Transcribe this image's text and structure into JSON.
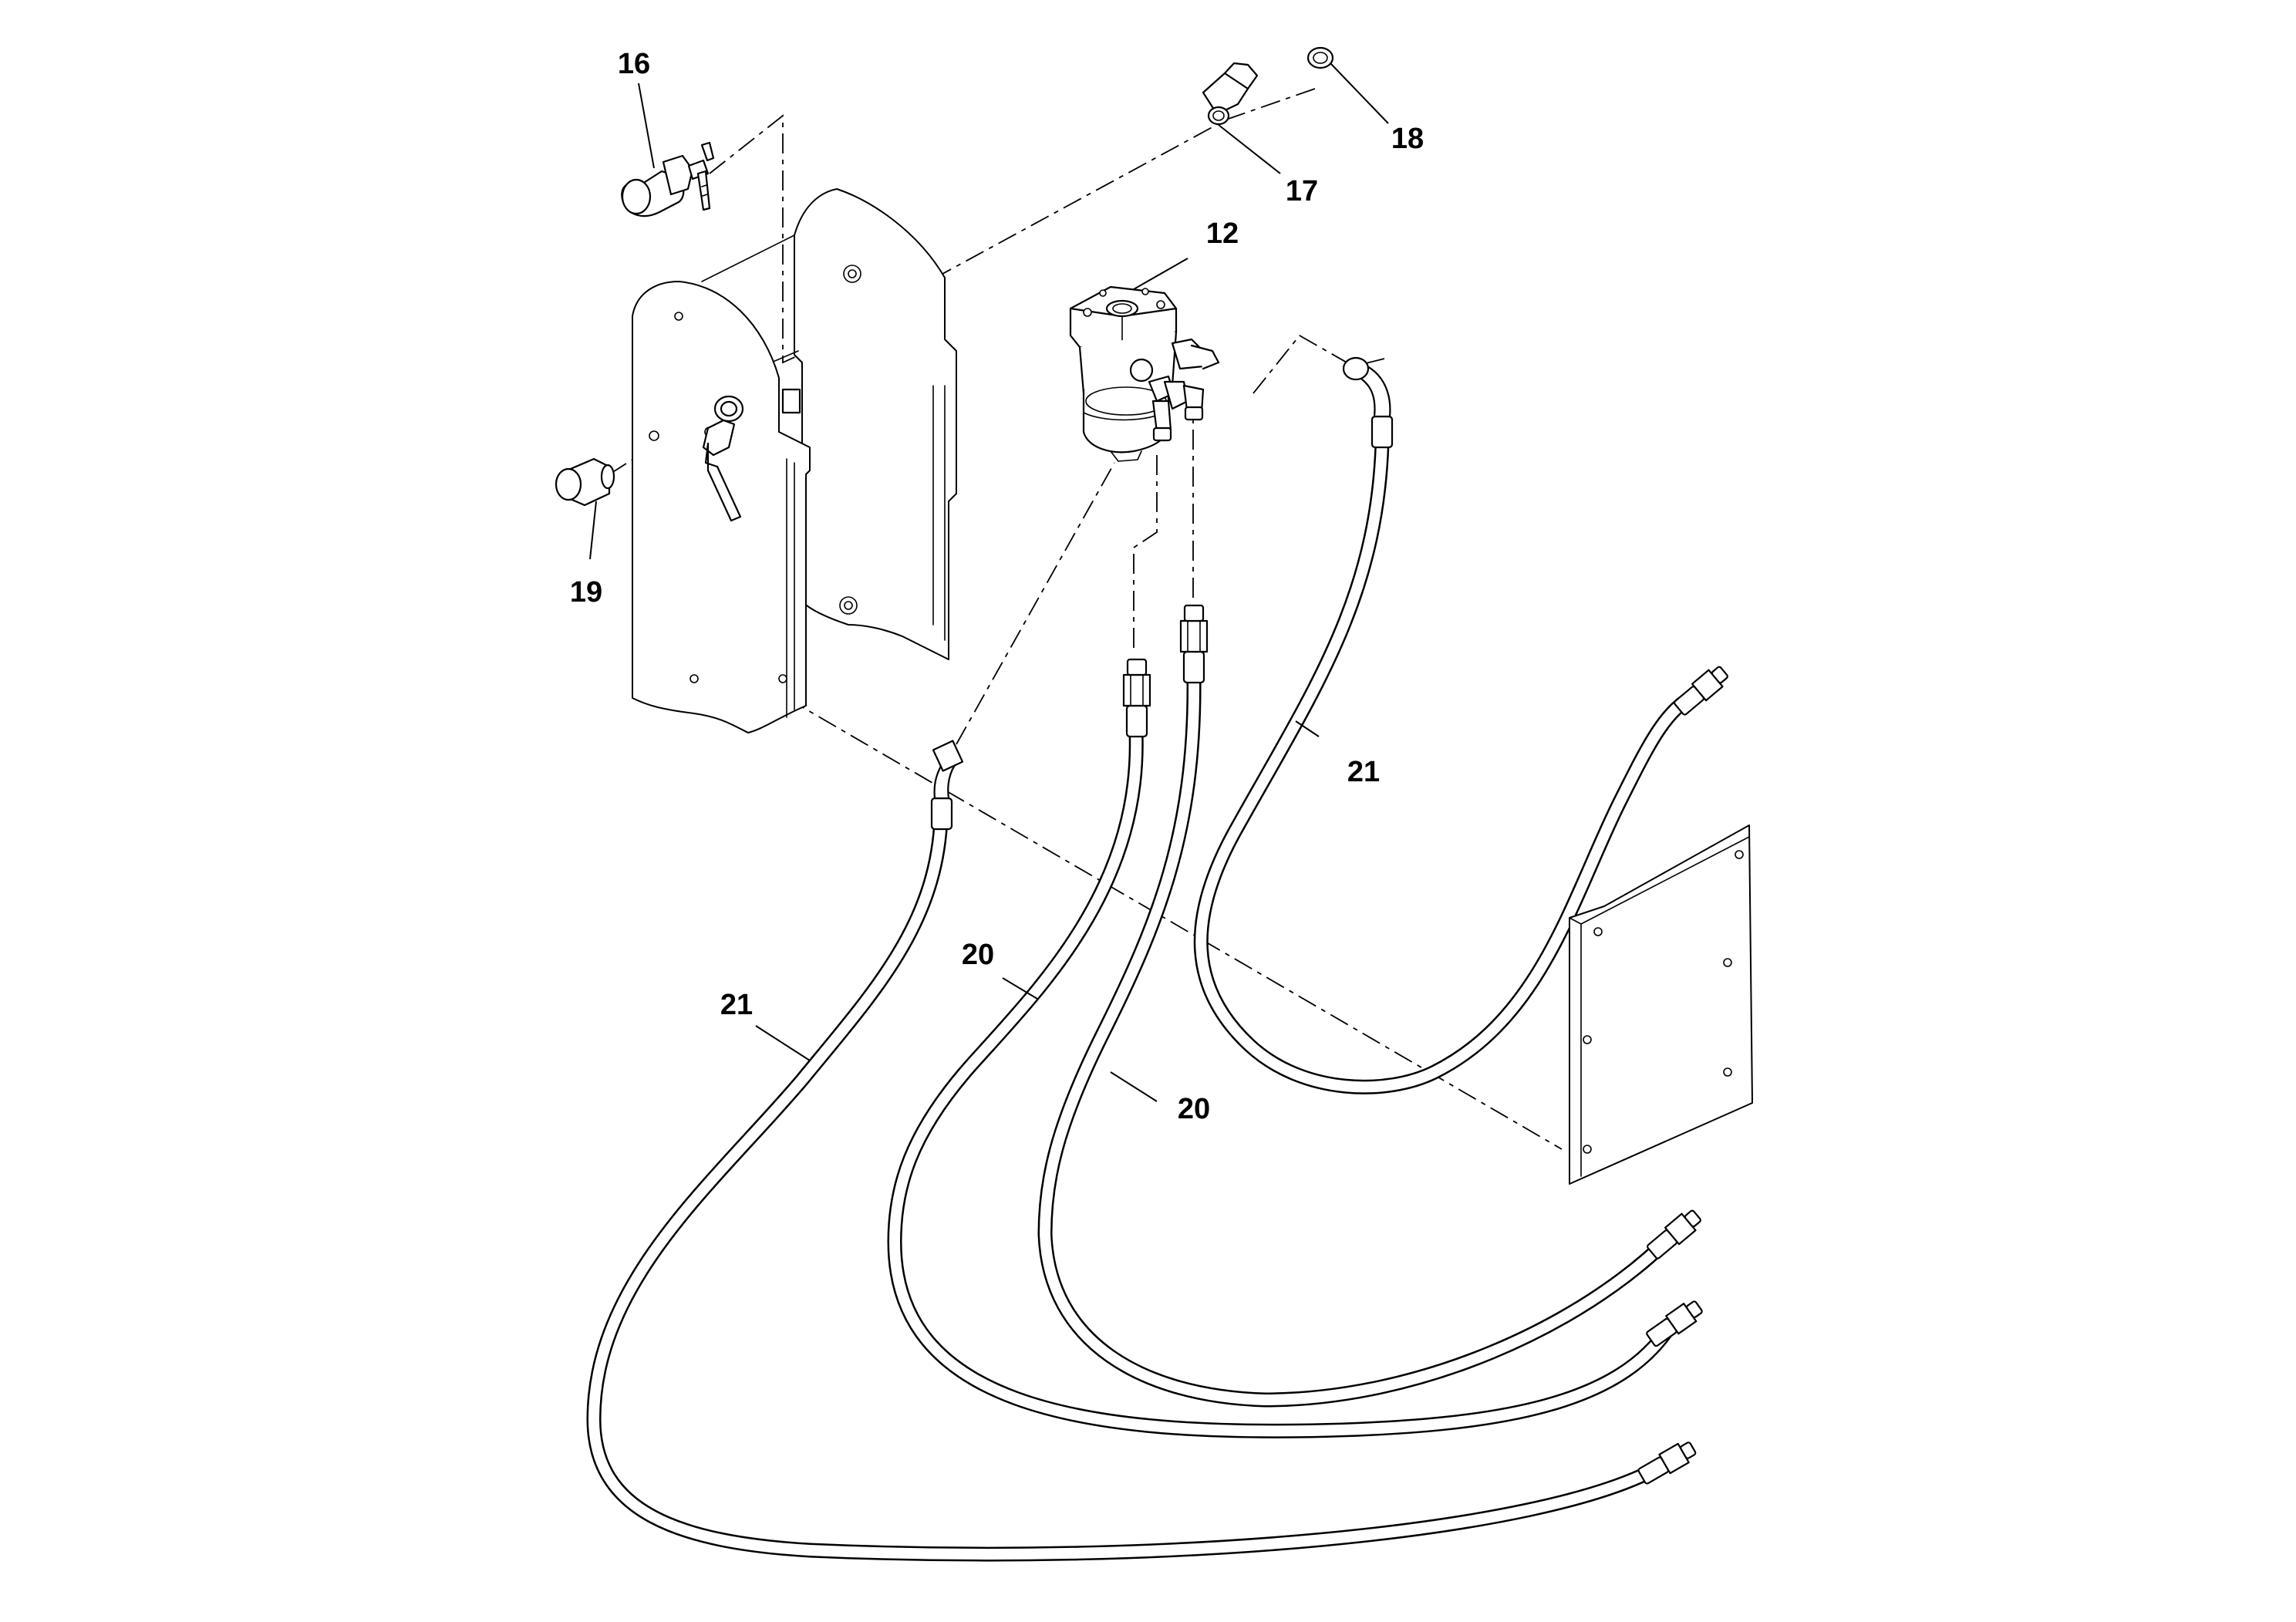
{
  "callouts": {
    "c12": "12",
    "c16": "16",
    "c17": "17",
    "c18": "18",
    "c19": "19",
    "c20a": "20",
    "c20b": "20",
    "c21a": "21",
    "c21b": "21"
  }
}
